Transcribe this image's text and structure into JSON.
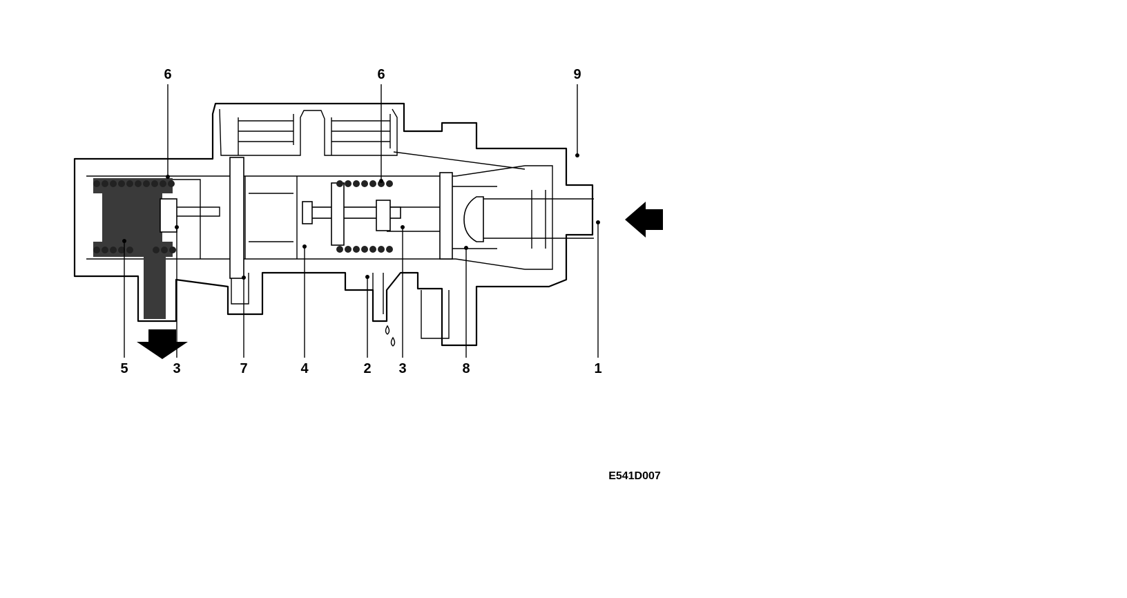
{
  "figure_id": "E541D007",
  "callouts": {
    "top_left_6": "6",
    "top_mid_6": "6",
    "top_right_9": "9",
    "bottom_5": "5",
    "bottom_3_left": "3",
    "bottom_7": "7",
    "bottom_4": "4",
    "bottom_2": "2",
    "bottom_3_right": "3",
    "bottom_8": "8",
    "bottom_1": "1"
  },
  "colors": {
    "line": "#000000",
    "fluid": "#3a3a3a",
    "background": "#ffffff"
  }
}
